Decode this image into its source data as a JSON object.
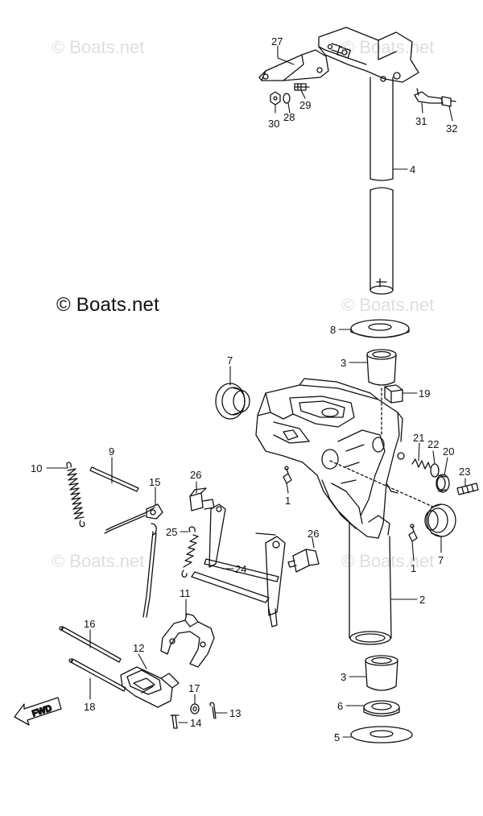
{
  "copyright_text": "© Boats.net",
  "watermark_text": "© Boats.net",
  "fwd_label": "FWD",
  "callouts": [
    "27",
    "30",
    "28",
    "29",
    "31",
    "32",
    "4",
    "8",
    "3",
    "7",
    "19",
    "21",
    "22",
    "20",
    "23",
    "1",
    "9",
    "10",
    "15",
    "26",
    "25",
    "24",
    "11",
    "16",
    "12",
    "18",
    "17",
    "14",
    "13",
    "2",
    "6",
    "5"
  ],
  "colors": {
    "line": "#111111",
    "watermark": "#d4d4d4"
  }
}
